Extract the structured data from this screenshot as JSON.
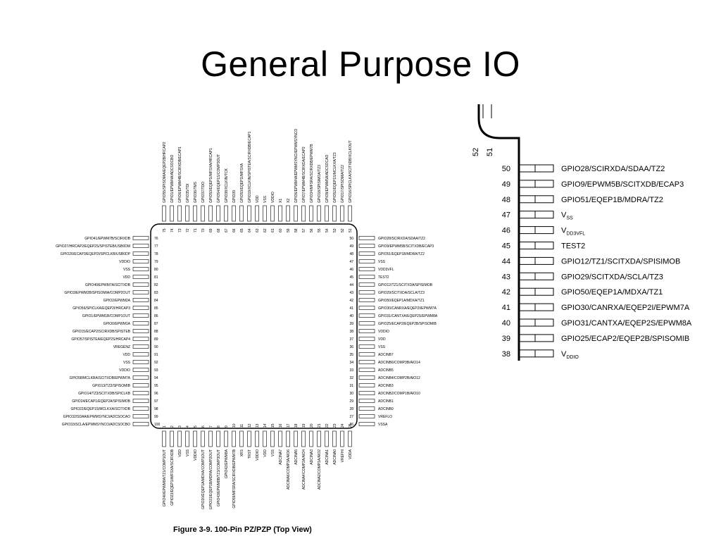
{
  "title": "General Purpose IO",
  "caption": "Figure 3-9. 100-Pin PZ/PZP (Top View)",
  "package": {
    "left_nums": [
      "76",
      "77",
      "78",
      "79",
      "80",
      "81",
      "82",
      "83",
      "84",
      "85",
      "86",
      "87",
      "88",
      "89",
      "90",
      "91",
      "92",
      "93",
      "94",
      "95",
      "96",
      "97",
      "98",
      "99",
      "100"
    ],
    "left_labels": [
      "GPIO41/EPWM7B/SCIRXDB",
      "GPIO27/HRCAP2/EQEP2S/SPISTEB/USB0DM",
      "GPIO26/ECAP3/EQEP2I/SPICLKB/USB0DP",
      "VDDIO",
      "VSS",
      "VDD",
      "GPIO40/EPWM7A/SCITXDB",
      "GPIO3/EPWM2B/SPISOMIA/COMP2OUT",
      "GPIO2/EPWM2A",
      "GPIO56/SPICLKA/EQEP2I/HRCAP3",
      "GPIO1/EPWM1B/COMP1OUT",
      "GPIO0/EPWM1A",
      "GPIO15/ECAP2/SCIRXDB/SPISTEB",
      "GPIO57/SPISTEA/EQEP2S/HRCAP4",
      "VREGENZ",
      "VDD",
      "VSS",
      "VDDIO",
      "GPIO58/MCLKRA/SCITXDB/EPWM7A",
      "GPIO13/TZ2/SPISOMIB",
      "GPIO14/TZ3/SCITXDB/SPICLKB",
      "GPIO24/ECAP1/EQEP2A/SPISIMOB",
      "GPIO22/EQEP1S/MCLKXA/SCITXDB",
      "GPIO32/SDAA/EPWMSYNCI/ADCSOCAO",
      "GPIO33/SCLA/EPWMSYNCO/ADCSOCBO"
    ],
    "right_nums": [
      "50",
      "49",
      "48",
      "47",
      "46",
      "45",
      "44",
      "43",
      "42",
      "41",
      "40",
      "39",
      "38",
      "37",
      "36",
      "35",
      "34",
      "33",
      "32",
      "31",
      "30",
      "29",
      "28",
      "27",
      "26"
    ],
    "right_labels": [
      "GPIO28/SCIRXDA/SDAA/TZ2",
      "GPIO9/EPWM5B/SCITXDB/ECAP3",
      "GPIO51/EQEP1B/MDRA/TZ2",
      "VSS",
      "VDD3VFL",
      "TEST2",
      "GPIO12/TZ1/SCITXDA/SPISIMOB",
      "GPIO29/SCITXDA/SCLA/TZ3",
      "GPIO50/EQEP1A/MDXA/TZ1",
      "GPIO30/CANRXA/EQEP2I/EPWM7A",
      "GPIO31/CANTXA/EQEP2S/EPWM8A",
      "GPIO25/ECAP2/EQEP2B/SPISOMIB",
      "VDDIO",
      "VDD",
      "VSS",
      "ADCINB7",
      "ADCINB6/COMP3B/AIO14",
      "ADCINB5",
      "ADCINB4/COMP2B/AIO12",
      "ADCINB3",
      "ADCINB2/COMP1B/AIO10",
      "ADCINB1",
      "ADCINB0",
      "VREFLO",
      "VSSA"
    ],
    "top_nums": [
      "75",
      "74",
      "73",
      "72",
      "71",
      "70",
      "69",
      "68",
      "67",
      "66",
      "65",
      "64",
      "63",
      "62",
      "61",
      "60",
      "59",
      "58",
      "57",
      "56",
      "55",
      "54",
      "53",
      "52",
      "51"
    ],
    "top_labels": [
      "GPIO55/SPISOMIA/EQEP2B/HRCAP2",
      "GPIO1/EPWM4A/ADCSOCBO",
      "GPIO6/EPWM4B/SCIRXDB/ECAP1",
      "GPIO35/TDI",
      "GPIO36/TMS",
      "GPIO37/TDO",
      "GPIO53/EQEP1I/MFSXA/HRCAP1",
      "GPIO54/EQEP1S/COMP3OUT",
      "GPIO38/XCLKIN/TCK",
      "GPIO39",
      "GPIO53/EQEP1I/MFSXA",
      "GPIO19/XCLKIN/SPISTEA/SCIRXDB/ECAP1",
      "VDD",
      "VSS",
      "VDDIO",
      "X1",
      "X2",
      "GPIO6/EPWM4A/EPWMSYNCI/EPWMSYNCO",
      "GPIO7/EPWM4B/SCIRXDA/ECAP2",
      "GPIO34/MFSRA/SCIRXDB/EPWM7B",
      "GPIO18/SPISIMOA/TZ3",
      "GPIO8/EPWM5A/ADCSOCAO",
      "GPIO52/EQEP1S/MCLKXA/TZ3",
      "GPIO17/SPISOMIA/TZ2",
      "GPIO16/SPICLKA/SCITXDB/XCLKOUT"
    ],
    "bottom_nums": [
      "1",
      "2",
      "3",
      "4",
      "5",
      "6",
      "7",
      "8",
      "9",
      "10",
      "11",
      "12",
      "13",
      "14",
      "15",
      "16",
      "17",
      "18",
      "19",
      "20",
      "21",
      "22",
      "23",
      "24",
      "25"
    ],
    "bottom_labels": [
      "GPIO40/EPWM8A/TZ1/COMP1OUT",
      "GPIO23/EQEP1I/MFSXA/SCIRXDB",
      "VDD",
      "VSS",
      "VDDIO",
      "GPIO20/EQEP1A/MDXA/COMP1OUT",
      "GPIO21/EQEP1B/MDRA/COMP2OUT",
      "GPIO43/EPWM8B/TZ3/COMP3OUT",
      "GPIO42/EPWM8A",
      "GPIO59/MFSRA/SCIRXDB/EPWM7B",
      "XRS",
      "TRST",
      "VDDIO",
      "VDD",
      "VSS",
      "ADCINA7",
      "ADCINA6/COMP3A/AIO6",
      "ADCINA5",
      "ADCINA4/COMP2A/AIO4",
      "ADCINA3",
      "ADCINA2/COMP1A/AIO2",
      "ADCINA1",
      "ADCINA0",
      "VREFHI",
      "VDDA"
    ]
  },
  "zoom": {
    "top_nums": [
      "52",
      "51"
    ],
    "pins": [
      {
        "num": "50",
        "label": "GPIO28/SCIRXDA/SDAA/TZ2"
      },
      {
        "num": "49",
        "label": "GPIO9/EPWM5B/SCITXDB/ECAP3"
      },
      {
        "num": "48",
        "label": "GPIO51/EQEP1B/MDRA/TZ2"
      },
      {
        "num": "47",
        "label": "V",
        "sub": "SS"
      },
      {
        "num": "46",
        "label": "V",
        "sub": "DD3VFL"
      },
      {
        "num": "45",
        "label": "TEST2"
      },
      {
        "num": "44",
        "label": "GPIO12/TZ1/SCITXDA/SPISIMOB"
      },
      {
        "num": "43",
        "label": "GPIO29/SCITXDA/SCLA/TZ3"
      },
      {
        "num": "42",
        "label": "GPIO50/EQEP1A/MDXA/TZ1"
      },
      {
        "num": "41",
        "label": "GPIO30/CANRXA/EQEP2I/EPWM7A"
      },
      {
        "num": "40",
        "label": "GPIO31/CANTXA/EQEP2S/EPWM8A"
      },
      {
        "num": "39",
        "label": "GPIO25/ECAP2/EQEP2B/SPISOMIB"
      },
      {
        "num": "38",
        "label": "V",
        "sub": "DDIO"
      }
    ]
  }
}
